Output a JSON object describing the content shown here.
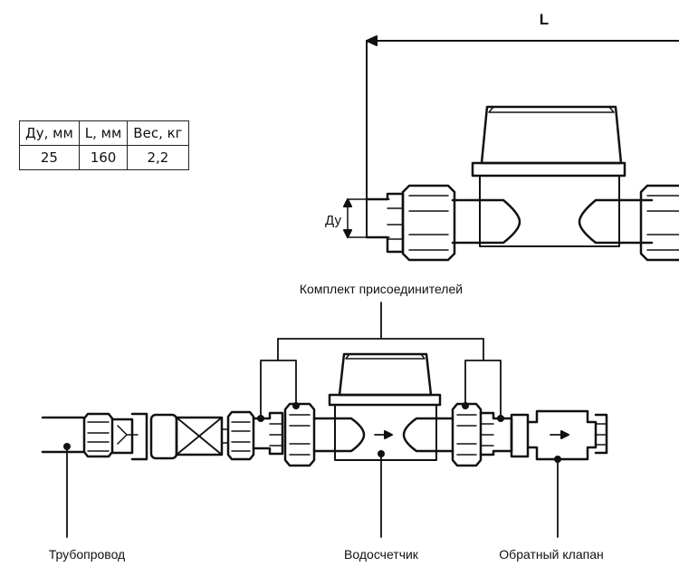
{
  "table": {
    "headers": [
      "Ду, мм",
      "L, мм",
      "Вес, кг"
    ],
    "values": [
      "25",
      "160",
      "2,2"
    ]
  },
  "dimensions": {
    "length_label": "L",
    "diameter_label": "Ду"
  },
  "labels": {
    "connectors_kit": "Комплект присоединителей",
    "pipeline": "Трубопровод",
    "water_meter": "Водосчетчик",
    "check_valve": "Обратный клапан"
  },
  "colors": {
    "line": "#111111",
    "background": "#ffffff"
  }
}
